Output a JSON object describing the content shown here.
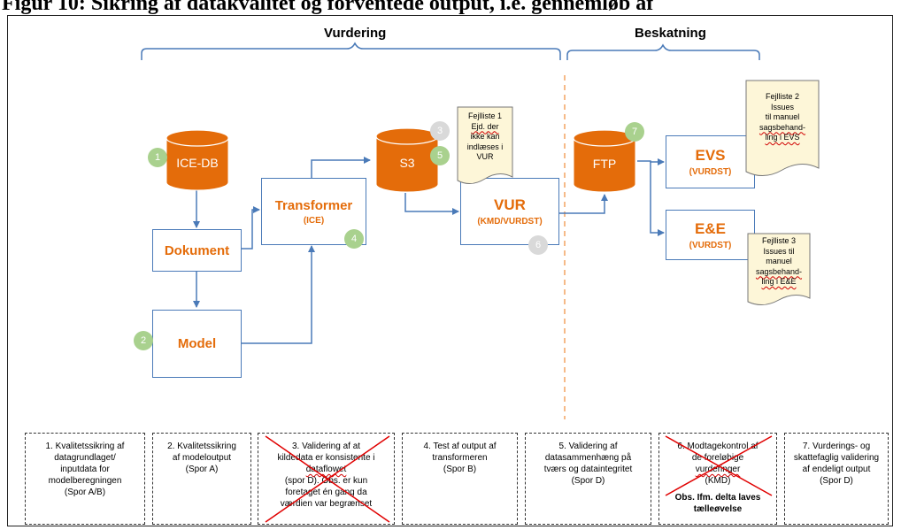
{
  "caption": "Figur 10: Sikring af datakvalitet og forventede output, i.e. gennemløb af",
  "sections": {
    "vurdering": "Vurdering",
    "beskatning": "Beskatning"
  },
  "nodes": {
    "ice_db": "ICE-DB",
    "s3": "S3",
    "ftp": "FTP",
    "dokument": "Dokument",
    "model": "Model",
    "transformer": {
      "title": "Transformer",
      "sub": "(ICE)"
    },
    "vur": {
      "title": "VUR",
      "sub": "(KMD/VURDST)"
    },
    "evs": {
      "title": "EVS",
      "sub": "(VURDST)"
    },
    "ee": {
      "title": "E&E",
      "sub": "(VURDST)"
    }
  },
  "markers": {
    "m1": "1",
    "m2": "2",
    "m3": "3",
    "m4": "4",
    "m5": "5",
    "m6": "6",
    "m7": "7"
  },
  "notes": {
    "fejl1": [
      "Fejlliste 1",
      "Ejd. der",
      "ikke kan",
      "indlæses i",
      "VUR"
    ],
    "fejl2": [
      "Fejlliste 2",
      "Issues",
      "til manuel",
      "sagsbehand-",
      "ling i EVS"
    ],
    "fejl3": [
      "Fejlliste 3",
      "Issues til",
      "manuel",
      "sagsbehand-",
      "ling i E&E"
    ]
  },
  "checks": [
    [
      "1. Kvalitetssikring af",
      "datagrundlaget/",
      "inputdata for",
      "modelberegningen",
      "(Spor A/B)"
    ],
    [
      "2. Kvalitetssikring",
      "af modeloutput",
      "(Spor A)"
    ],
    [
      "3. Validering af at",
      "kildedata er konsistente i",
      "dataflowet",
      "(spor D). Obs. er kun",
      "foretaget én gang da",
      "værdien var begrænset"
    ],
    [
      "4. Test af output af",
      "transformeren",
      "(Spor B)"
    ],
    [
      "5. Validering af",
      "datasammenhæng på",
      "tværs og dataintegritet",
      "(Spor D)"
    ],
    [
      "6. Modtagekontrol af",
      "de foreløbige",
      "vurderinger",
      "(KMD)"
    ],
    [
      "7. Vurderings- og",
      "skattefaglig validering",
      "af endeligt output",
      "(Spor D)"
    ]
  ],
  "check6_note": "Obs. Ifm. delta laves tælleøvelse",
  "colors": {
    "orange": "#e46c0a",
    "blue": "#4a7ab8",
    "green": "#a9d18e",
    "grey": "#d9d9d9",
    "note": "#fdf6d8",
    "cross": "#e00000"
  }
}
